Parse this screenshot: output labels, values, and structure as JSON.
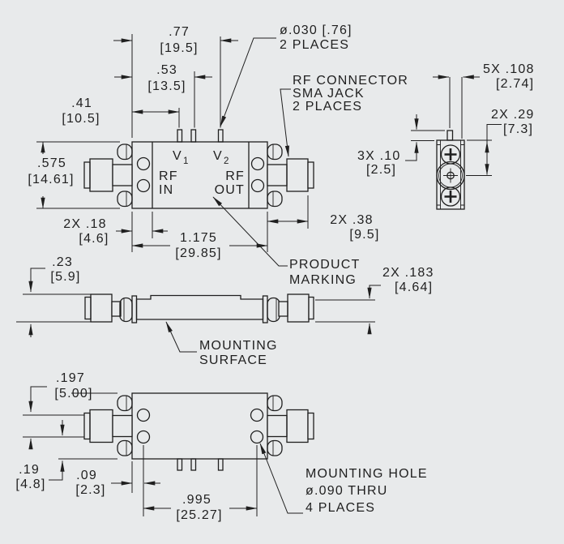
{
  "colors": {
    "background": "#e8eaeb",
    "line": "#1f1f1f"
  },
  "top_view": {
    "dim_pin3": {
      "value": ".77",
      "metric": "[19.5]"
    },
    "dim_pin2": {
      "value": ".53",
      "metric": "[13.5]"
    },
    "dim_pin1": {
      "value": ".41",
      "metric": "[10.5]"
    },
    "dim_height": {
      "value": ".575",
      "metric": "[14.61]"
    },
    "dim_flange": {
      "value": "2X .18",
      "metric": "[4.6]"
    },
    "dim_length": {
      "value": "1.175",
      "metric": "[29.85]"
    },
    "dim_connector": {
      "value": "2X .38",
      "metric": "[9.5]"
    },
    "callout_pin_dia": {
      "line1": "ø.030 [.76]",
      "line2": "2 PLACES"
    },
    "callout_rf_connector": {
      "line1": "RF CONNECTOR",
      "line2": "SMA JACK",
      "line3": "2 PLACES"
    },
    "callout_product_marking": {
      "line1": "PRODUCT",
      "line2": "MARKING"
    },
    "label_v1": {
      "base": "V",
      "sub": "1"
    },
    "label_v2": {
      "base": "V",
      "sub": "2"
    },
    "label_rf_in": {
      "line1": "RF",
      "line2": "IN"
    },
    "label_rf_out": {
      "line1": "RF",
      "line2": "OUT"
    }
  },
  "end_view": {
    "dim_pin_pitch": {
      "value": "5X .108",
      "metric": "[2.74]"
    },
    "dim_center": {
      "value": "2X .29",
      "metric": "[7.3]"
    },
    "dim_pin_length": {
      "value": "3X .10",
      "metric": "[2.5]"
    }
  },
  "side_view": {
    "dim_height": {
      "value": ".23",
      "metric": "[5.9]"
    },
    "dim_center_height": {
      "value": "2X .183",
      "metric": "[4.64]"
    },
    "callout_mounting_surface": {
      "line1": "MOUNTING",
      "line2": "SURFACE"
    }
  },
  "bottom_view": {
    "dim_hole_top": {
      "value": ".197",
      "metric": "[5.00]"
    },
    "dim_hole_bottom": {
      "value": ".19",
      "metric": "[4.8]"
    },
    "dim_hole_edge": {
      "value": ".09",
      "metric": "[2.3]"
    },
    "dim_hole_span": {
      "value": ".995",
      "metric": "[25.27]"
    },
    "callout_mounting_hole": {
      "line1": "MOUNTING HOLE",
      "line2": "ø.090 THRU",
      "line3": "4 PLACES"
    }
  }
}
